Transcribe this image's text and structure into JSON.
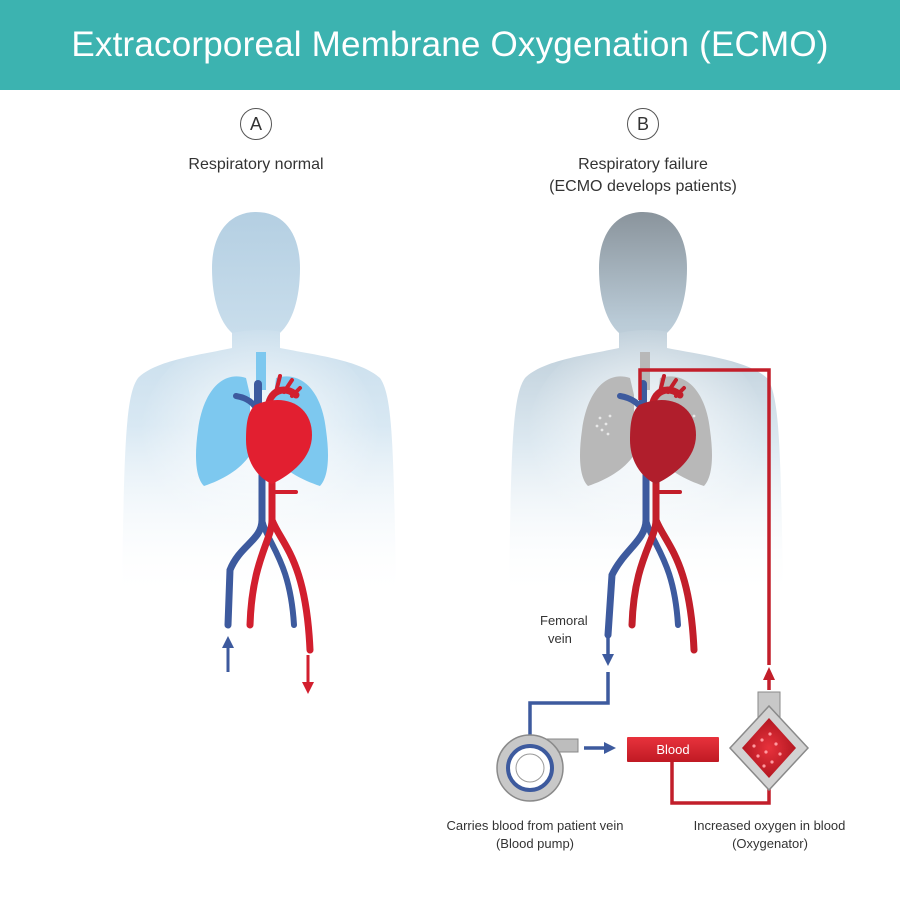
{
  "title": "Extracorporeal Membrane Oxygenation (ECMO)",
  "panel_a": {
    "badge": "A",
    "caption": "Respiratory normal"
  },
  "panel_b": {
    "badge": "B",
    "caption_line1": "Respiratory failure",
    "caption_line2": "(ECMO develops patients)"
  },
  "labels": {
    "femoral_line1": "Femoral",
    "femoral_line2": "vein",
    "blood": "Blood",
    "pump_line1": "Carries blood from patient vein",
    "pump_line2": "(Blood pump)",
    "oxy_line1": "Increased oxygen in blood",
    "oxy_line2": "(Oxygenator)"
  },
  "colors": {
    "header": "#3cb3b0",
    "vein": "#3d5a9e",
    "artery": "#c8202c",
    "lung_normal": "#7dc8ef",
    "lung_failure": "#b8b8b8"
  }
}
